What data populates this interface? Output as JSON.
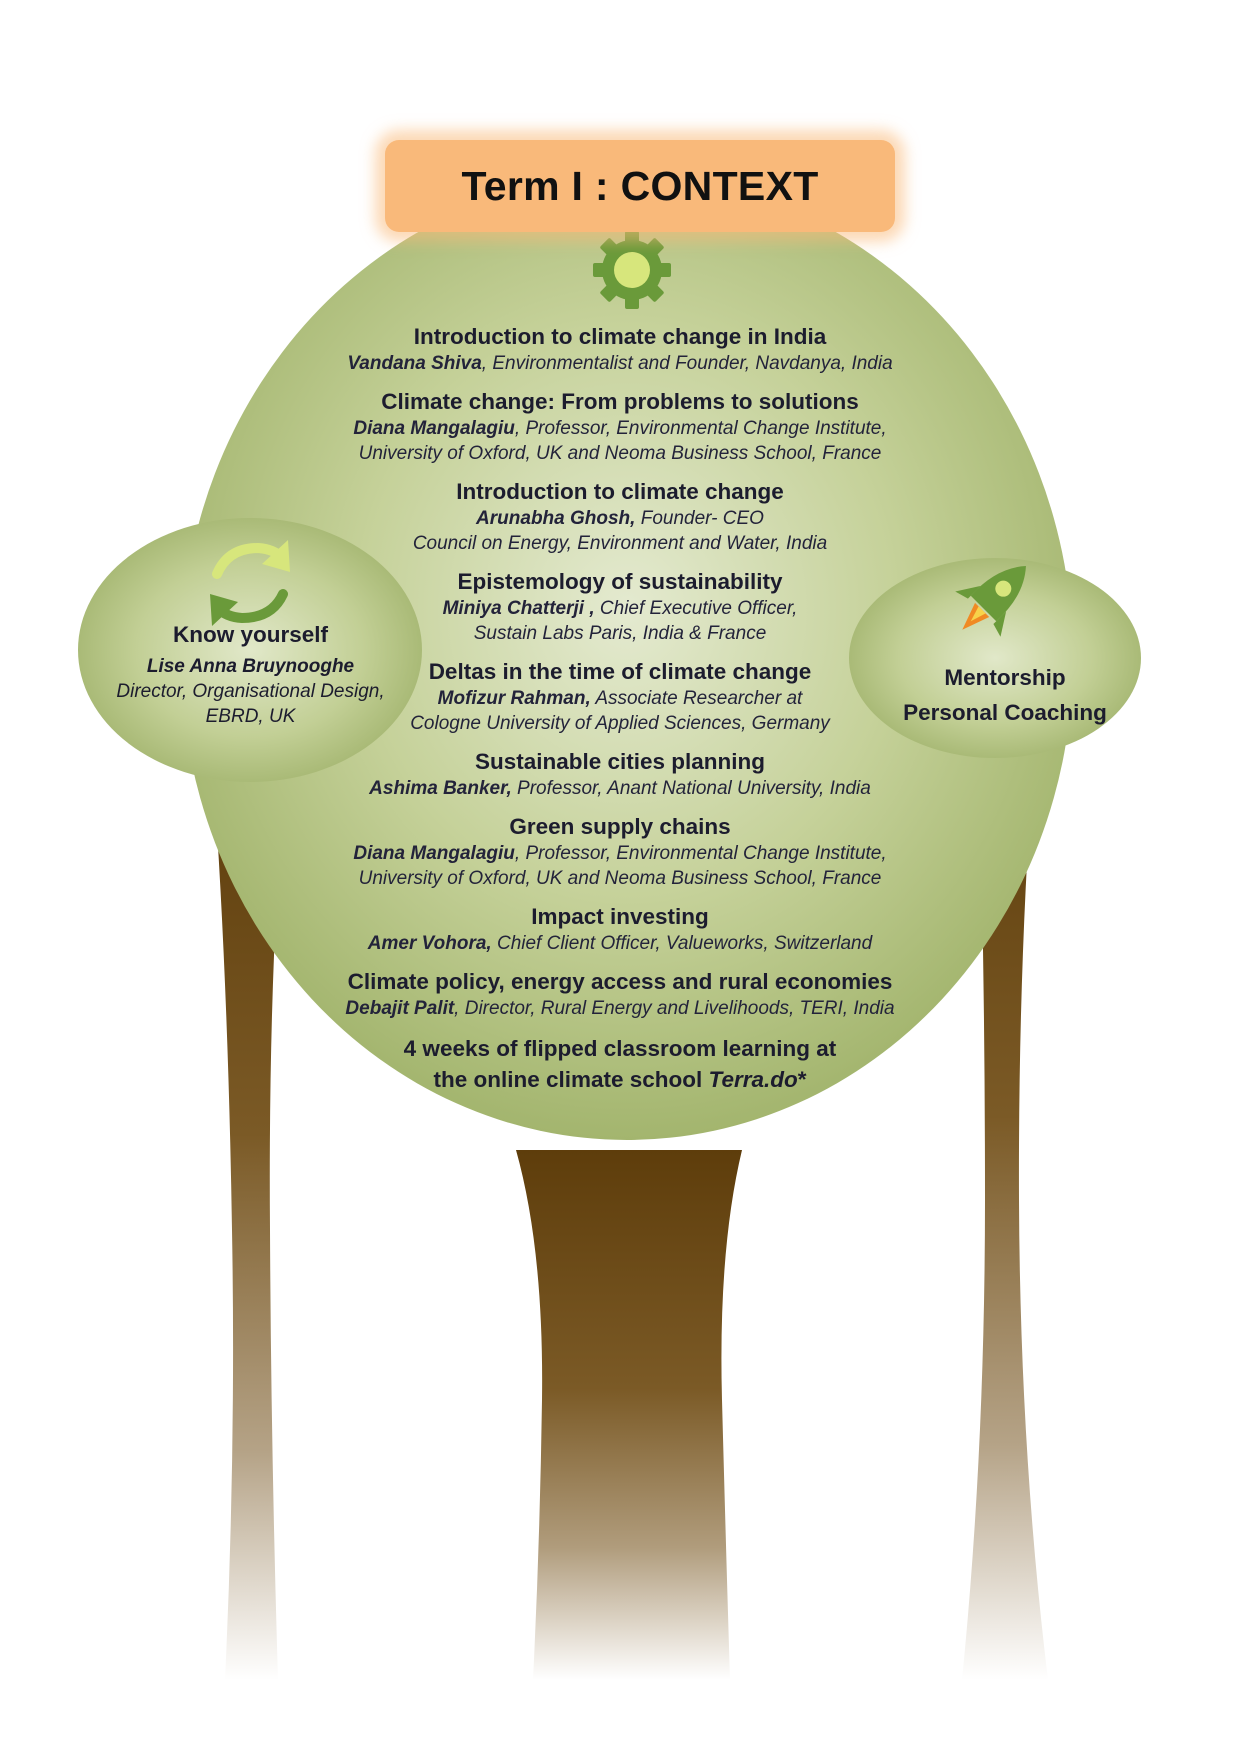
{
  "title": "Term I : CONTEXT",
  "main": {
    "icon": "gear-icon",
    "topics": [
      {
        "title": "Introduction to climate change in India",
        "name": "Vandana Shiva",
        "sep": ",",
        "lines": [
          "Environmentalist and Founder, Navdanya, India"
        ]
      },
      {
        "title": "Climate change: From problems to solutions",
        "name": "Diana Mangalagiu",
        "sep": ",",
        "lines": [
          "Professor, Environmental Change Institute,",
          "University of Oxford, UK and Neoma Business School, France"
        ]
      },
      {
        "title": "Introduction to climate change",
        "name": "Arunabha Ghosh,",
        "sep": "",
        "lines": [
          "Founder- CEO",
          "Council on Energy, Environment and Water, India"
        ]
      },
      {
        "title": "Epistemology of sustainability",
        "name": "Miniya Chatterji ,",
        "sep": "",
        "lines": [
          "Chief Executive Officer,",
          "Sustain Labs Paris, India & France"
        ]
      },
      {
        "title": "Deltas in the time of climate change",
        "name": "Mofizur Rahman,",
        "sep": "",
        "lines": [
          "Associate Researcher at",
          "Cologne University of Applied Sciences, Germany"
        ]
      },
      {
        "title": "Sustainable cities planning",
        "name": "Ashima Banker,",
        "sep": "",
        "lines": [
          "Professor, Anant National University, India"
        ]
      },
      {
        "title": "Green supply chains",
        "name": "Diana Mangalagiu",
        "sep": ",",
        "lines": [
          "Professor, Environmental Change Institute,",
          "University of Oxford, UK and Neoma Business School, France"
        ]
      },
      {
        "title": "Impact investing",
        "name": "Amer Vohora,",
        "sep": "",
        "lines": [
          "Chief Client Officer, Valueworks, Switzerland"
        ]
      },
      {
        "title": "Climate policy, energy access and rural economies",
        "name": "Debajit Palit",
        "sep": ",",
        "lines": [
          "Director, Rural Energy and Livelihoods, TERI, India"
        ]
      }
    ],
    "closing_line1": "4 weeks of flipped classroom learning at",
    "closing_line2": "the online climate school ",
    "closing_italic": "Terra.do",
    "closing_suffix": "*"
  },
  "left": {
    "icon": "refresh-cycle-icon",
    "title": "Know yourself",
    "name": "Lise Anna Bruynooghe",
    "desc_lines": [
      "Director, Organisational Design,",
      "EBRD, UK"
    ]
  },
  "right": {
    "icon": "rocket-icon",
    "line1": "Mentorship",
    "line2": "Personal Coaching"
  },
  "colors": {
    "title_bg": "#f9b97a",
    "canopy_center": "#e4ead0",
    "canopy_edge": "#a3b56e",
    "trunk_top": "#5e3d0b",
    "icon_green": "#6a9a3a",
    "icon_lime": "#d7e67c",
    "rocket_flame": "#f08a24"
  }
}
